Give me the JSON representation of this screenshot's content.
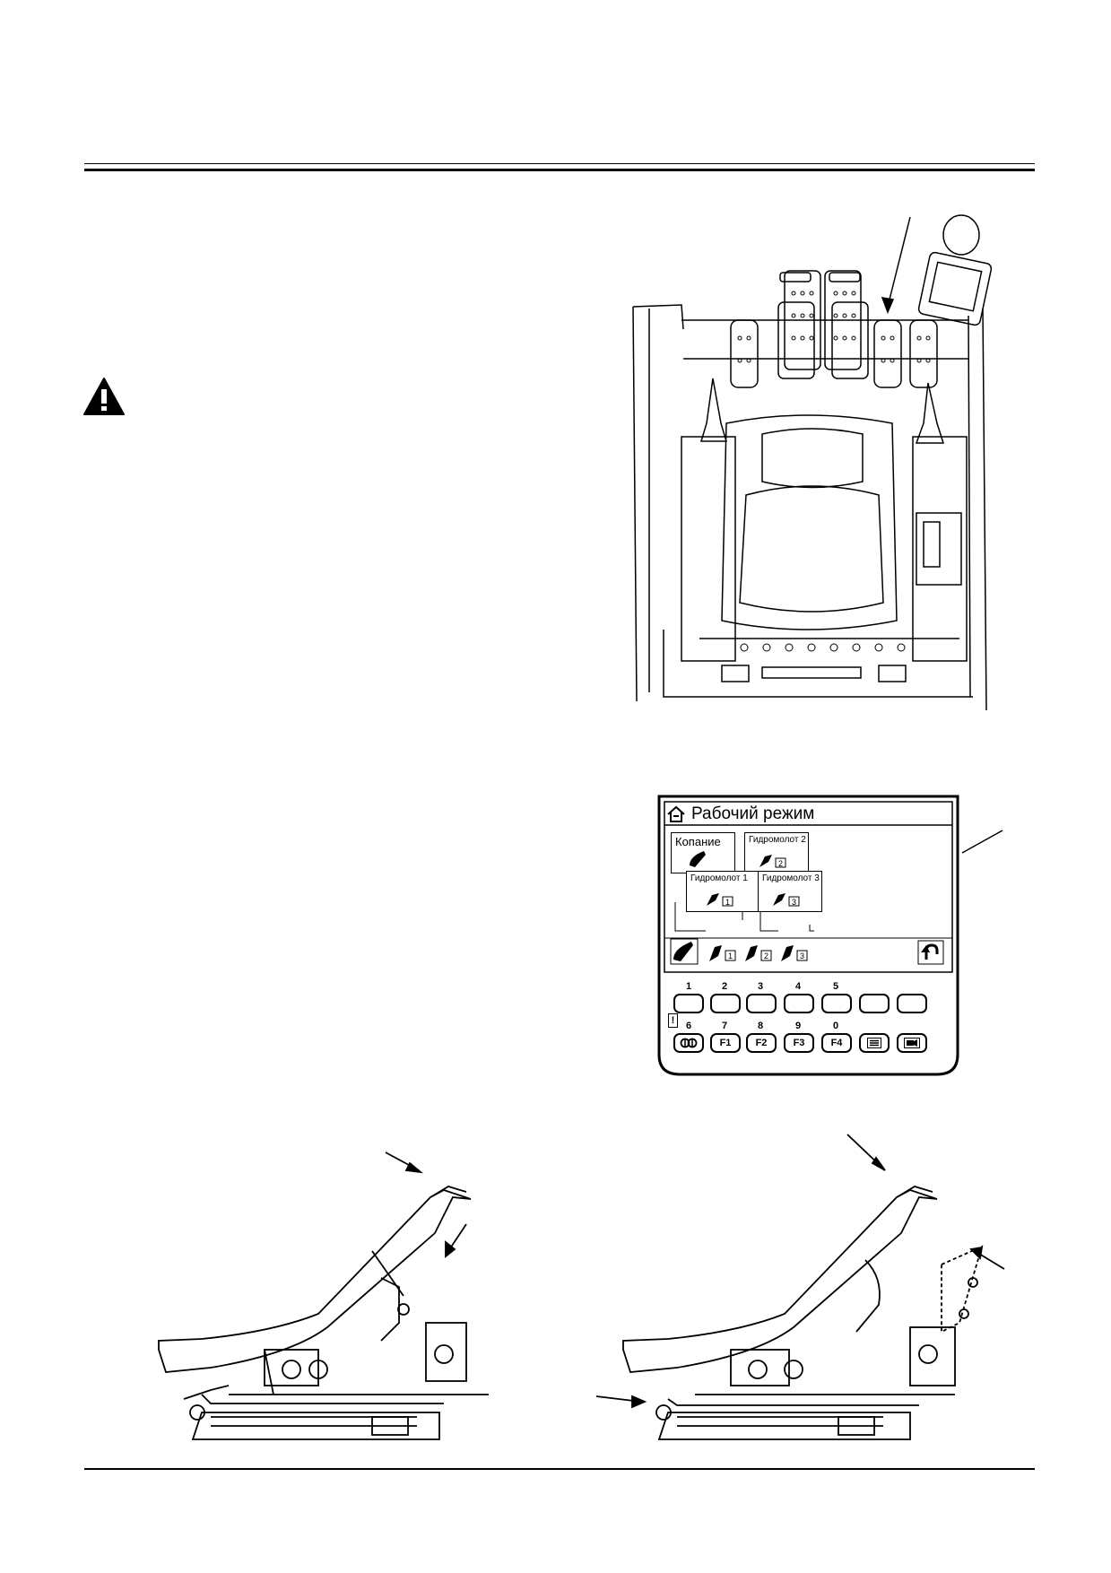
{
  "monitor": {
    "title": "Рабочий режим",
    "modes": {
      "digging": "Копание",
      "breaker1": "Гидромолот 1",
      "breaker2": "Гидромолот 2",
      "breaker3": "Гидромолот 3"
    },
    "mode_badges": [
      "1",
      "2",
      "3"
    ],
    "key_numbers_row1": [
      "1",
      "2",
      "3",
      "4",
      "5"
    ],
    "key_numbers_row2": [
      "6",
      "7",
      "8",
      "9",
      "0"
    ],
    "function_keys": [
      "F1",
      "F2",
      "F3",
      "F4"
    ],
    "alert_mark": "!"
  },
  "icons": [
    "warning-icon",
    "home-icon",
    "return-icon",
    "menu-icon",
    "camera-icon"
  ]
}
